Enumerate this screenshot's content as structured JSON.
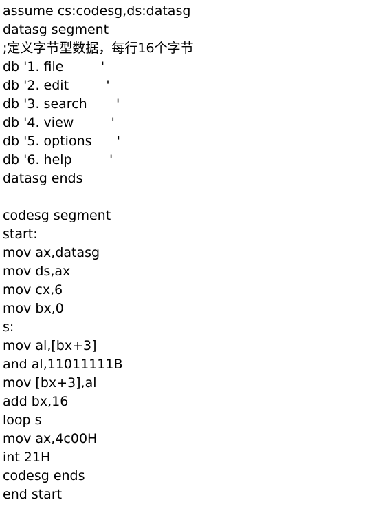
{
  "code_lines": [
    "assume cs:codesg,ds:datasg",
    "datasg segment",
    ";定义字节型数据，每行16个字节",
    "db '1. file         '",
    "db '2. edit         '",
    "db '3. search       '",
    "db '4. view         '",
    "db '5. options      '",
    "db '6. help         '",
    "datasg ends",
    "",
    "codesg segment",
    "start:",
    "mov ax,datasg",
    "mov ds,ax",
    "mov cx,6",
    "mov bx,0",
    "s:",
    "mov al,[bx+3]",
    "and al,11011111B",
    "mov [bx+3],al",
    "add bx,16",
    "loop s",
    "mov ax,4c00H",
    "int 21H",
    "codesg ends",
    "end start"
  ]
}
